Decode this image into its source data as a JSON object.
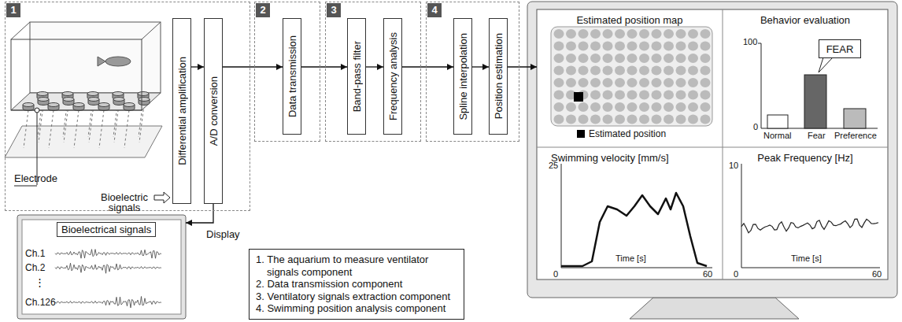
{
  "diagram": {
    "nodes": [
      {
        "text": [
          "1"
        ]
      },
      {
        "text": [
          "Differential amplification"
        ],
        "in": 0
      },
      {
        "text": [
          "A/D conversion"
        ],
        "in": 0
      },
      {
        "text": [
          "2"
        ]
      },
      {
        "text": [
          "Data transmission"
        ],
        "in": 3
      },
      {
        "text": [
          "3"
        ]
      },
      {
        "text": [
          "Band-pass filter"
        ],
        "in": 5
      },
      {
        "text": [
          "Frequency analysis"
        ],
        "in": 5
      },
      {
        "text": [
          "4"
        ]
      },
      {
        "text": [
          "Spline interpolation"
        ],
        "in": 8
      },
      {
        "text": [
          "Position estimation"
        ],
        "in": 8
      },
      {
        "text": [
          "Bioelectrical signals",
          "Ch.1",
          "Ch.2",
          "⋮",
          "Ch.126"
        ]
      },
      {
        "text": [
          "1. The aquarium to measure ventilator signals component",
          "2. Data transmission component",
          "3. Ventilatory signals extraction component",
          "4. Swimming position analysis component"
        ]
      },
      {
        "text": [
          "Estimated position map"
        ]
      },
      {
        "text": [
          "Behavior evaluation"
        ]
      },
      {
        "text": [
          "FEAR"
        ],
        "in": 14
      },
      {
        "text": [
          "Swimming velocity [mm/s]"
        ]
      },
      {
        "text": [
          "Peak Frequency [Hz]"
        ]
      }
    ],
    "edges": [
      {
        "from": 1,
        "to": 2,
        "arrow": "to"
      },
      {
        "from": 2,
        "to": 4,
        "arrow": "to"
      },
      {
        "from": 4,
        "to": 6,
        "arrow": "to"
      },
      {
        "from": 6,
        "to": 7,
        "arrow": "to"
      },
      {
        "from": 7,
        "to": 9,
        "arrow": "to"
      },
      {
        "from": 9,
        "to": 10,
        "arrow": "to"
      },
      {
        "from": 10,
        "to": 13,
        "arrow": "to"
      },
      {
        "from": 2,
        "to": 11,
        "label": "Display",
        "arrow": "to"
      }
    ],
    "labels": [
      "Electrode",
      "Bioelectric signals",
      "100",
      "0",
      "Normal",
      "Fear",
      "Preference",
      "25",
      "0",
      "Time [s]",
      "60",
      "10",
      "0",
      "Time [s]",
      "60"
    ],
    "legend": [
      {
        "text": "Estimated position",
        "color": "#000000"
      }
    ]
  }
}
